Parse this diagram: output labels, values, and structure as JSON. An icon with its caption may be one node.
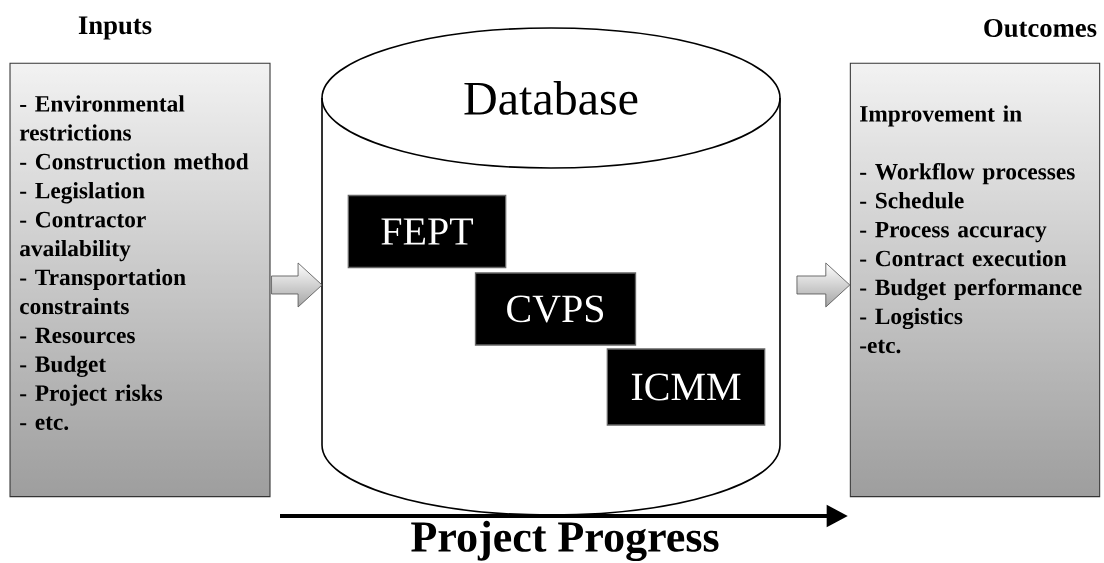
{
  "diagram": {
    "nodes": [
      {
        "text": [
          "Inputs",
          "- Environmental restrictions",
          "- Construction method",
          "- Legislation",
          "- Contractor availability",
          "- Transportation constraints",
          "- Resources",
          "- Budget",
          "- Project risks",
          "- etc."
        ]
      },
      {
        "text": [
          "Database"
        ]
      },
      {
        "text": [
          "FEPT"
        ],
        "in": 1
      },
      {
        "text": [
          "CVPS"
        ],
        "in": 1
      },
      {
        "text": [
          "ICMM"
        ],
        "in": 1
      },
      {
        "text": [
          "Outcomes",
          "Improvement in",
          "- Workflow processes",
          "- Schedule",
          "- Process accuracy",
          "- Contract execution",
          "- Budget performance",
          "- Logistics",
          "-etc."
        ]
      }
    ],
    "edges": [
      {
        "from": 0,
        "to": 1,
        "arrow": "to"
      },
      {
        "from": 1,
        "to": 5,
        "arrow": "to"
      }
    ],
    "labels": [
      "Project Progress"
    ]
  }
}
